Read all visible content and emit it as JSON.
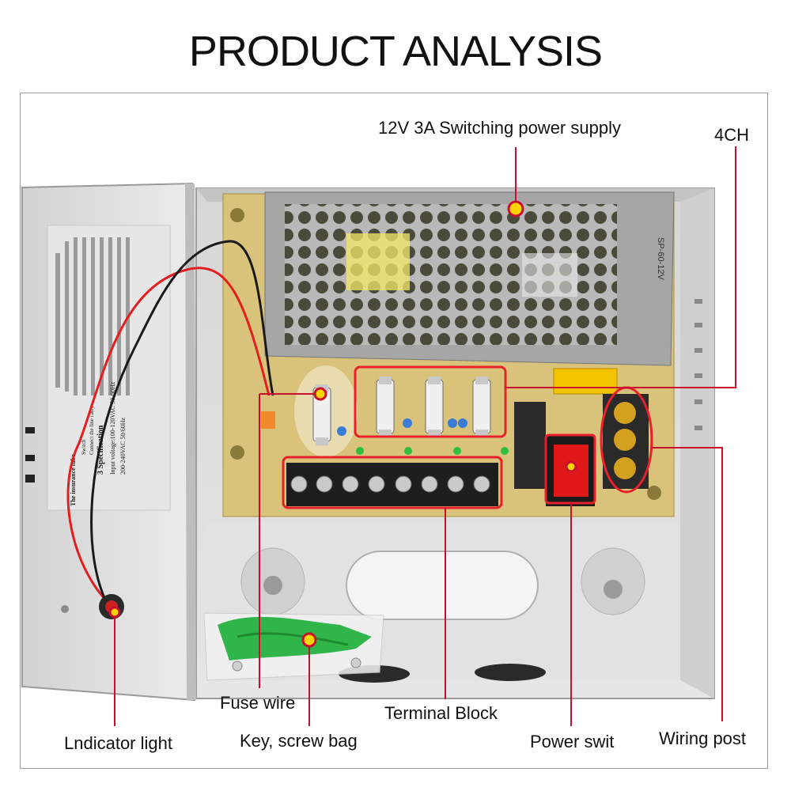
{
  "title": "PRODUCT ANALYSIS",
  "callouts": {
    "power_supply": "12V 3A Switching power supply",
    "channels": "4CH",
    "fuse_wire": "Fuse wire",
    "indicator_light": "Lndicator light",
    "key_screw_bag": "Key, screw bag",
    "terminal_block": "Terminal Block",
    "power_switch": "Power swit",
    "wiring_post": "Wiring post"
  },
  "photo": {
    "module_model": "SP-60-12V",
    "door_text": {
      "specification_heading": "3 Specification",
      "input_voltage_line_1": "Input voltage:100-120VAC 50-60Hz",
      "input_voltage_line_2": "200-240VAC 50/60Hz",
      "insurance_tube": "The insurance tube",
      "switch": "Switch",
      "connect_line": "Connect the line carry"
    }
  },
  "colors": {
    "callout_line": "#c8102e",
    "callout_dot_fill": "#ffd400",
    "enclosure": "#dcdcdc",
    "pcb": "#d9c27a",
    "highlight": "#e8202a"
  }
}
